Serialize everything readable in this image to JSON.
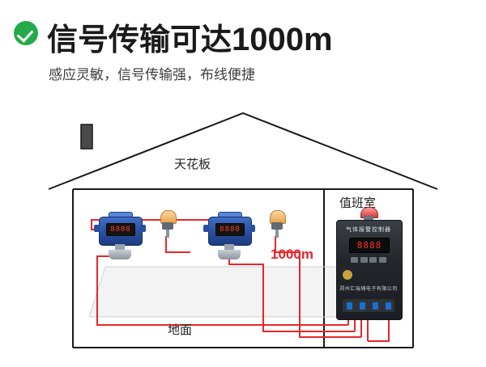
{
  "header": {
    "check_icon": "check-circle-icon",
    "title_text": "信号传输可达",
    "title_number": "1000m",
    "subtitle": "感应灵敏，信号传输强，布线便捷"
  },
  "illustration": {
    "labels": {
      "ceiling": "天花板",
      "duty_room": "值班室",
      "ground": "地面",
      "distance": "1000m"
    },
    "detectors": [
      {
        "display": "8888"
      },
      {
        "display": "8888"
      }
    ],
    "controller": {
      "brand": "气体报警控制器",
      "display": "8888",
      "company": "郑州汇瑞埔电子有限公司",
      "buttons": [
        "btn-1",
        "btn-2",
        "btn-3",
        "btn-4"
      ],
      "terminals": [
        "t1",
        "t2",
        "t3",
        "t4"
      ],
      "strobe": "alarm-strobe"
    },
    "colors": {
      "accent_red": "#e8262a",
      "badge_green": "#24a94b",
      "device_blue": "#2a4f9e",
      "wire_red": "#e8262a",
      "outline": "#1a1a1a"
    }
  }
}
